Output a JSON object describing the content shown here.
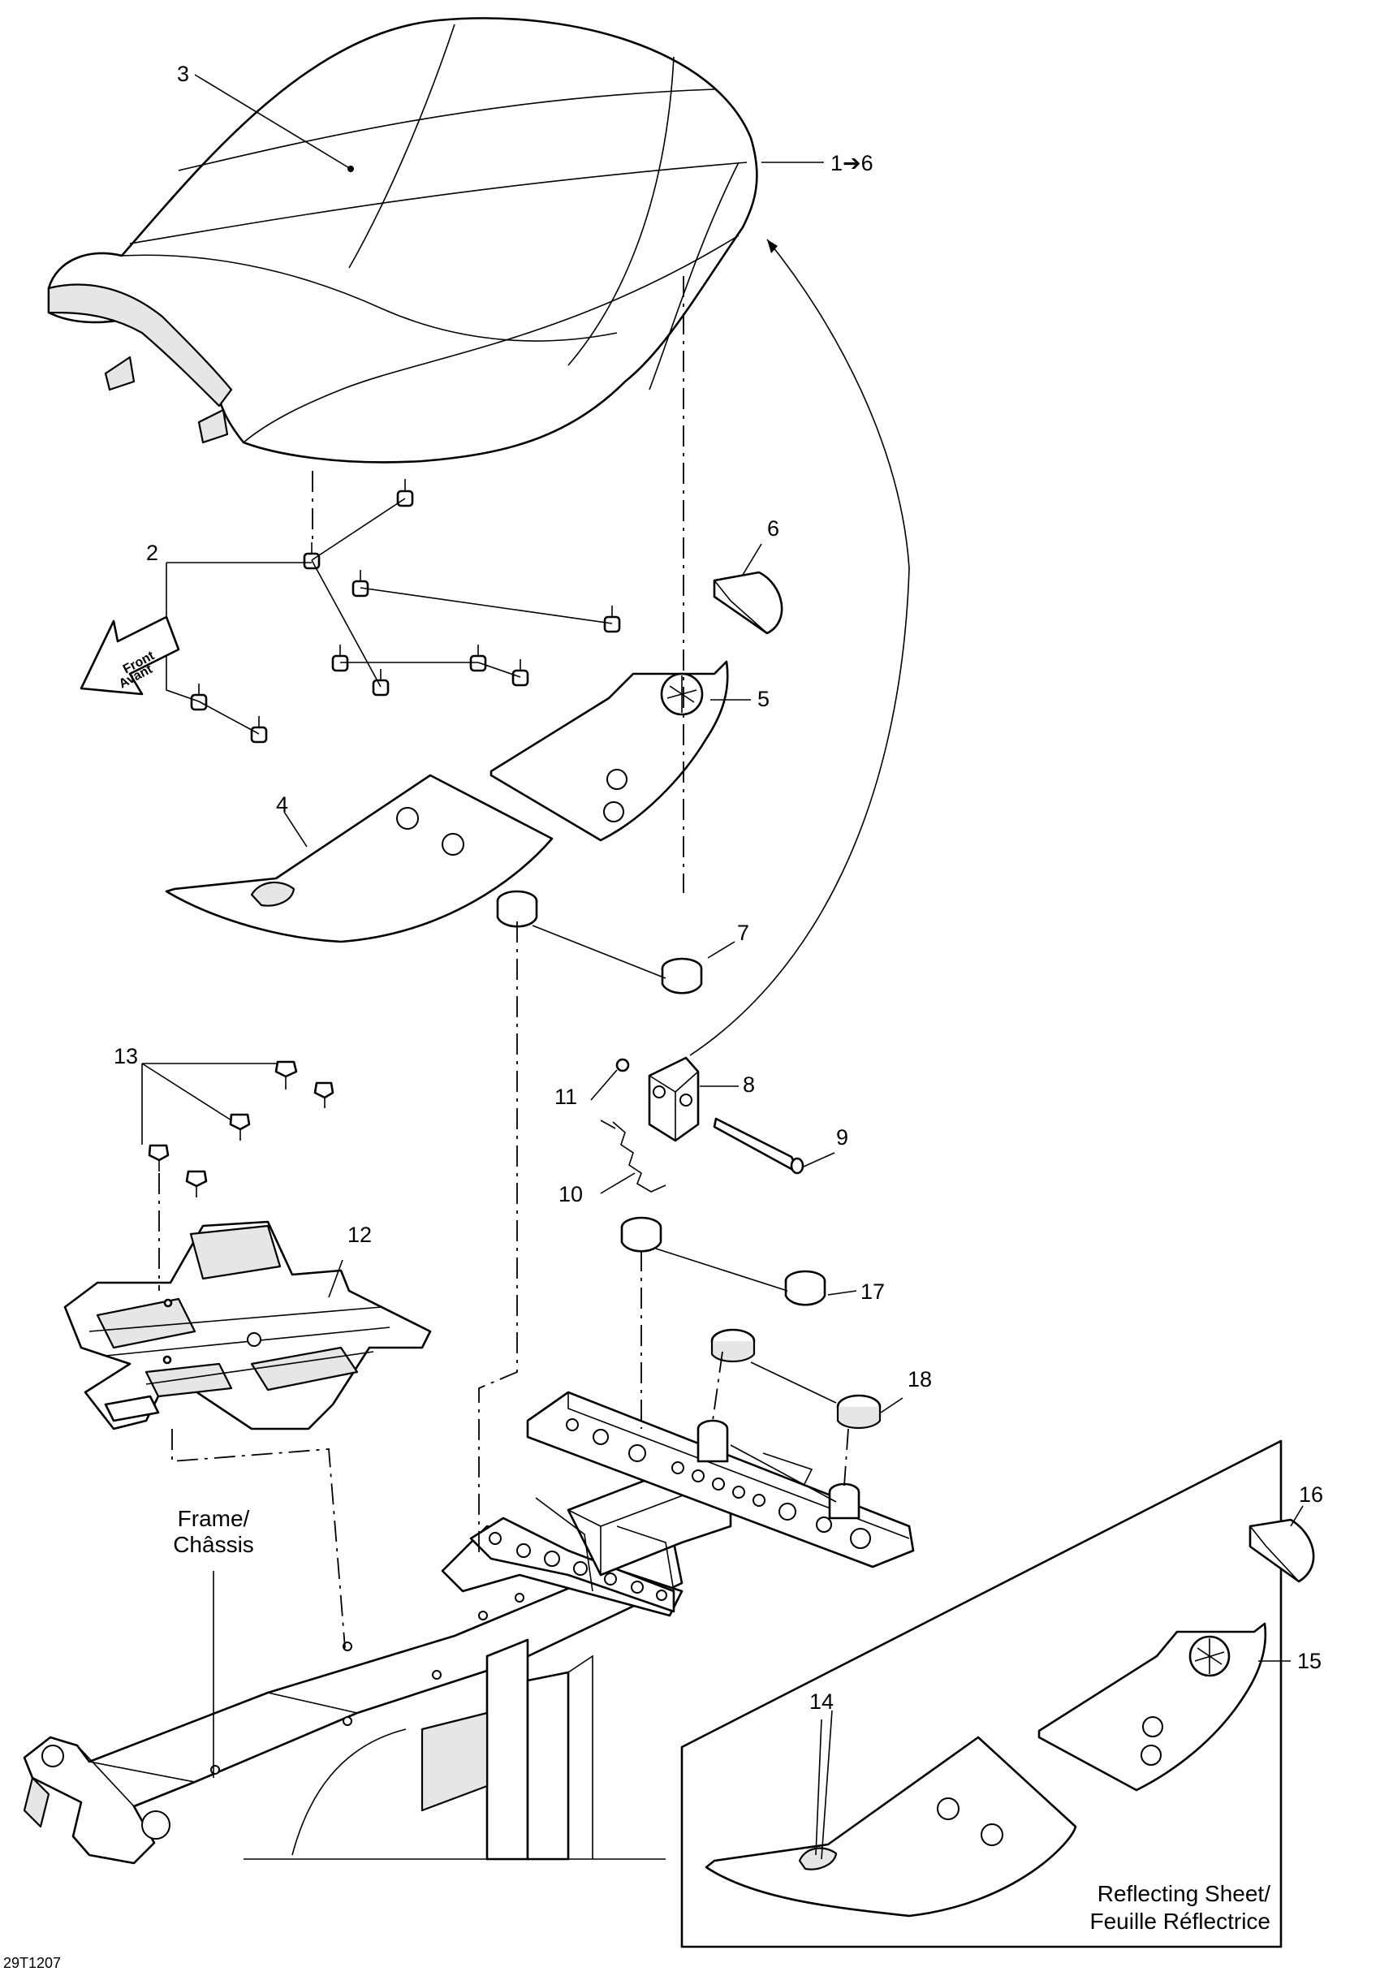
{
  "drawing_code": "29T1207",
  "callouts": {
    "c1": "1➔6",
    "c2": "2",
    "c3": "3",
    "c4": "4",
    "c5": "5",
    "c6": "6",
    "c7": "7",
    "c8": "8",
    "c9": "9",
    "c10": "10",
    "c11": "11",
    "c12": "12",
    "c13": "13",
    "c14": "14",
    "c15": "15",
    "c16": "16",
    "c17": "17",
    "c18": "18"
  },
  "direction": {
    "line1": "Front",
    "line2": "Avant"
  },
  "frame_label": {
    "line1": "Frame/",
    "line2": "Châssis"
  },
  "inset_label": {
    "line1": "Reflecting Sheet/",
    "line2": "Feuille Réflectrice"
  }
}
